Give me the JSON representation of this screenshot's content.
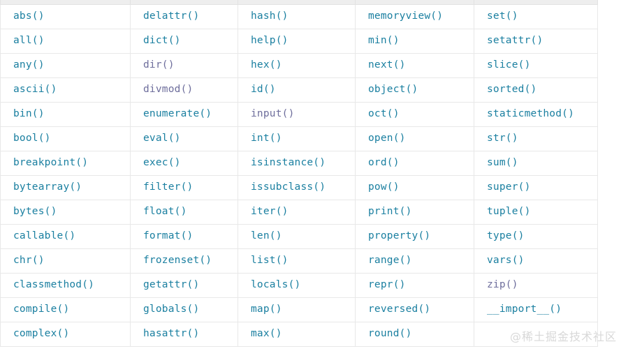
{
  "table": {
    "headers": [
      "",
      "",
      "",
      "",
      ""
    ],
    "columns": 5,
    "rows": [
      [
        {
          "label": "abs()",
          "visited": false
        },
        {
          "label": "delattr()",
          "visited": false
        },
        {
          "label": "hash()",
          "visited": false
        },
        {
          "label": "memoryview()",
          "visited": false
        },
        {
          "label": "set()",
          "visited": false
        }
      ],
      [
        {
          "label": "all()",
          "visited": false
        },
        {
          "label": "dict()",
          "visited": false
        },
        {
          "label": "help()",
          "visited": false
        },
        {
          "label": "min()",
          "visited": false
        },
        {
          "label": "setattr()",
          "visited": false
        }
      ],
      [
        {
          "label": "any()",
          "visited": false
        },
        {
          "label": "dir()",
          "visited": true
        },
        {
          "label": "hex()",
          "visited": false
        },
        {
          "label": "next()",
          "visited": false
        },
        {
          "label": "slice()",
          "visited": false
        }
      ],
      [
        {
          "label": "ascii()",
          "visited": false
        },
        {
          "label": "divmod()",
          "visited": true
        },
        {
          "label": "id()",
          "visited": false
        },
        {
          "label": "object()",
          "visited": false
        },
        {
          "label": "sorted()",
          "visited": false
        }
      ],
      [
        {
          "label": "bin()",
          "visited": false
        },
        {
          "label": "enumerate()",
          "visited": false
        },
        {
          "label": "input()",
          "visited": true
        },
        {
          "label": "oct()",
          "visited": false
        },
        {
          "label": "staticmethod()",
          "visited": false
        }
      ],
      [
        {
          "label": "bool()",
          "visited": false
        },
        {
          "label": "eval()",
          "visited": false
        },
        {
          "label": "int()",
          "visited": false
        },
        {
          "label": "open()",
          "visited": false
        },
        {
          "label": "str()",
          "visited": false
        }
      ],
      [
        {
          "label": "breakpoint()",
          "visited": false
        },
        {
          "label": "exec()",
          "visited": false
        },
        {
          "label": "isinstance()",
          "visited": false
        },
        {
          "label": "ord()",
          "visited": false
        },
        {
          "label": "sum()",
          "visited": false
        }
      ],
      [
        {
          "label": "bytearray()",
          "visited": false
        },
        {
          "label": "filter()",
          "visited": false
        },
        {
          "label": "issubclass()",
          "visited": false
        },
        {
          "label": "pow()",
          "visited": false
        },
        {
          "label": "super()",
          "visited": false
        }
      ],
      [
        {
          "label": "bytes()",
          "visited": false
        },
        {
          "label": "float()",
          "visited": false
        },
        {
          "label": "iter()",
          "visited": false
        },
        {
          "label": "print()",
          "visited": false
        },
        {
          "label": "tuple()",
          "visited": false
        }
      ],
      [
        {
          "label": "callable()",
          "visited": false
        },
        {
          "label": "format()",
          "visited": false
        },
        {
          "label": "len()",
          "visited": false
        },
        {
          "label": "property()",
          "visited": false
        },
        {
          "label": "type()",
          "visited": false
        }
      ],
      [
        {
          "label": "chr()",
          "visited": false
        },
        {
          "label": "frozenset()",
          "visited": false
        },
        {
          "label": "list()",
          "visited": false
        },
        {
          "label": "range()",
          "visited": false
        },
        {
          "label": "vars()",
          "visited": false
        }
      ],
      [
        {
          "label": "classmethod()",
          "visited": false
        },
        {
          "label": "getattr()",
          "visited": false
        },
        {
          "label": "locals()",
          "visited": false
        },
        {
          "label": "repr()",
          "visited": false
        },
        {
          "label": "zip()",
          "visited": true
        }
      ],
      [
        {
          "label": "compile()",
          "visited": false
        },
        {
          "label": "globals()",
          "visited": false
        },
        {
          "label": "map()",
          "visited": false
        },
        {
          "label": "reversed()",
          "visited": false
        },
        {
          "label": "__import__()",
          "visited": false
        }
      ],
      [
        {
          "label": "complex()",
          "visited": false
        },
        {
          "label": "hasattr()",
          "visited": false
        },
        {
          "label": "max()",
          "visited": false
        },
        {
          "label": "round()",
          "visited": false
        },
        {
          "label": "",
          "visited": false
        }
      ]
    ]
  },
  "watermark": {
    "text": "@稀土掘金技术社区"
  },
  "colors": {
    "link": "#1a7fa0",
    "link_visited": "#6e6e9c",
    "header_bg": "#eeeeee",
    "border": "#e8e8e8",
    "watermark": "#d8d8d8"
  }
}
